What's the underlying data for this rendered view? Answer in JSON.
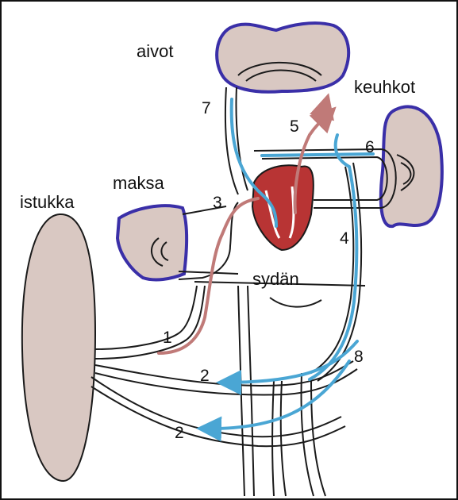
{
  "organ_labels": {
    "brain": "aivot",
    "lungs": "keuhkot",
    "liver": "maksa",
    "placenta": "istukka",
    "heart": "sydän"
  },
  "vessel_numbers": {
    "n1": "1",
    "n2_upper": "2",
    "n2_lower": "2",
    "n3": "3",
    "n4": "4",
    "n5": "5",
    "n6": "6",
    "n7": "7",
    "n8": "8"
  },
  "colors": {
    "organ_fill": "#d9c8c2",
    "organ_outline": "#3a2fa8",
    "venous_blue": "#4aa6d4",
    "arterial_red": "#c07a78",
    "heart_red": "#b83434",
    "line": "#1a1a1a"
  }
}
